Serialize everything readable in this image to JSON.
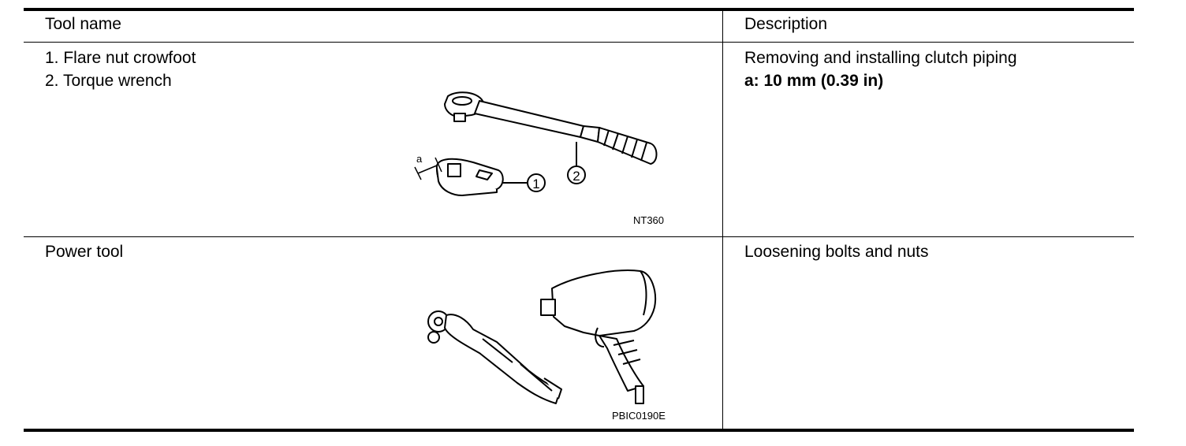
{
  "table": {
    "headers": {
      "tool_name": "Tool name",
      "description": "Description"
    },
    "rows": [
      {
        "tool_lines": [
          "1. Flare nut crowfoot",
          "2. Torque wrench"
        ],
        "description_lines": [
          "Removing and installing clutch piping"
        ],
        "spec": "a: 10 mm (0.39 in)",
        "figure": {
          "code": "NT360",
          "callouts": [
            "a",
            "1",
            "2"
          ],
          "icons": [
            "flare-nut-crowfoot-icon",
            "torque-wrench-icon"
          ]
        }
      },
      {
        "tool_lines": [
          "Power tool"
        ],
        "description_lines": [
          "Loosening bolts and nuts"
        ],
        "figure": {
          "code": "PBIC0190E",
          "icons": [
            "air-ratchet-icon",
            "impact-wrench-icon"
          ]
        }
      }
    ]
  }
}
